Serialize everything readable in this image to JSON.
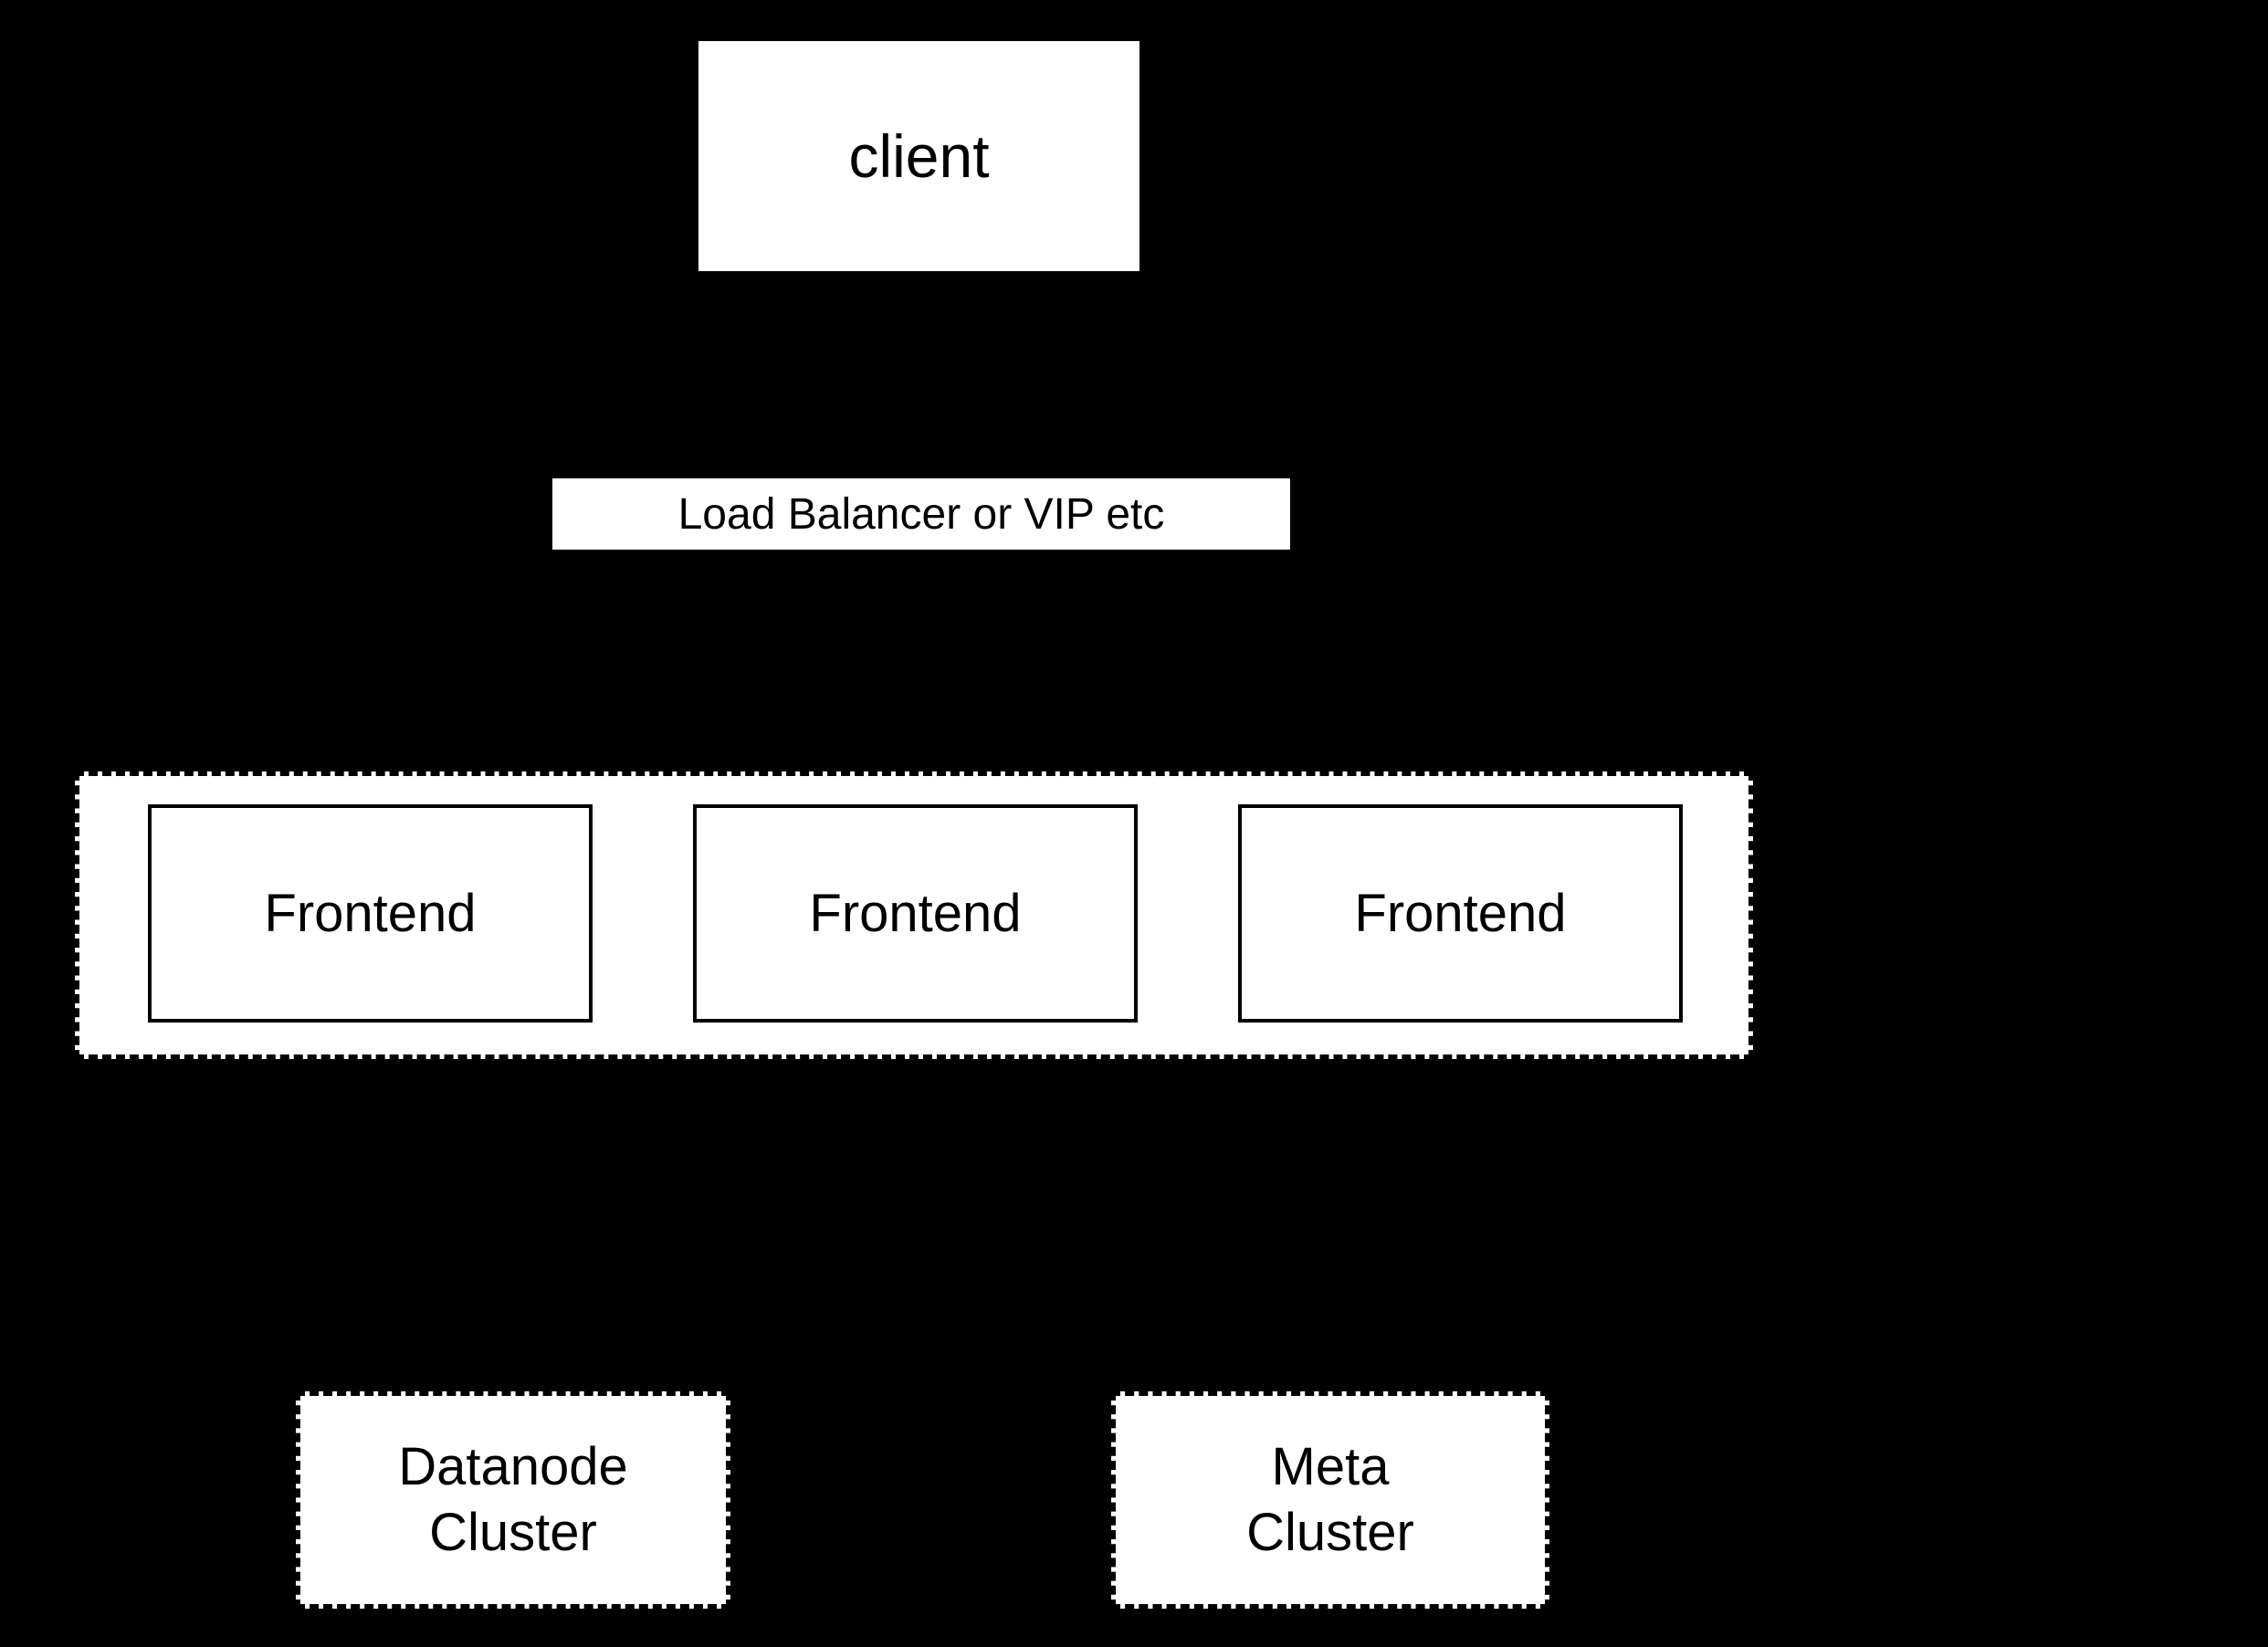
{
  "canvas": {
    "background_color": "#000000",
    "node_fill_color": "#ffffff",
    "node_text_color": "#000000",
    "border_color": "#000000"
  },
  "diagram": {
    "type": "architecture-diagram",
    "nodes": {
      "client": {
        "label": "client"
      },
      "load_balancer": {
        "label": "Load Balancer or VIP etc"
      },
      "frontend_group": {
        "style": "dashed-container",
        "frontends": [
          {
            "label": "Frontend"
          },
          {
            "label": "Frontend"
          },
          {
            "label": "Frontend"
          }
        ]
      },
      "datanode_cluster": {
        "style": "dashed-box",
        "lines": [
          "Datanode",
          "Cluster"
        ]
      },
      "meta_cluster": {
        "style": "dashed-box",
        "lines": [
          "Meta",
          "Cluster"
        ]
      }
    }
  }
}
